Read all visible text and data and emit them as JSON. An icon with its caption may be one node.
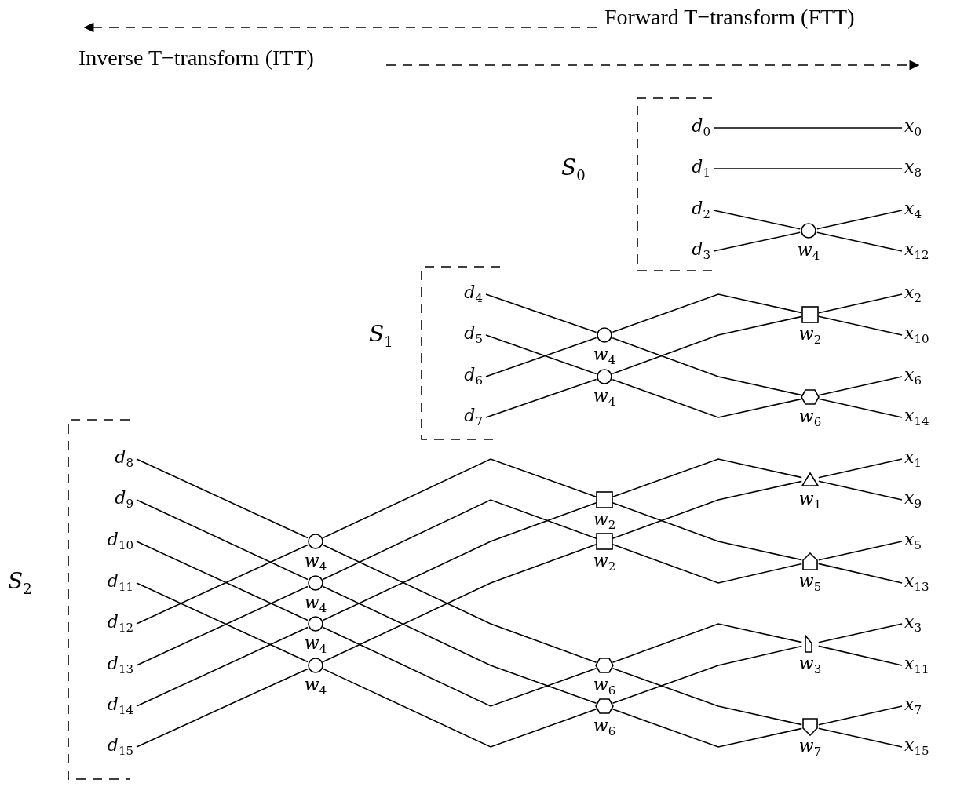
{
  "diagram": {
    "nodes": [
      {
        "text": [
          "d$_{0}$"
        ]
      },
      {
        "text": [
          "d$_{1}$"
        ]
      },
      {
        "text": [
          "d$_{2}$"
        ]
      },
      {
        "text": [
          "d$_{3}$"
        ]
      },
      {
        "text": [],
        "shape": "circle",
        "beside": [
          "w$_{4}$"
        ]
      },
      {
        "text": [
          "x$_{0}$"
        ]
      },
      {
        "text": [
          "x$_{8}$"
        ]
      },
      {
        "text": [
          "x$_{4}$"
        ]
      },
      {
        "text": [
          "x$_{12}$"
        ]
      },
      {
        "text": [
          "d$_{4}$"
        ]
      },
      {
        "text": [
          "d$_{5}$"
        ]
      },
      {
        "text": [
          "d$_{6}$"
        ]
      },
      {
        "text": [
          "d$_{7}$"
        ]
      },
      {
        "text": [],
        "shape": "circle",
        "beside": [
          "w$_{4}$"
        ]
      },
      {
        "text": [],
        "shape": "circle",
        "beside": [
          "w$_{4}$"
        ]
      },
      {
        "text": [],
        "shape": "box",
        "beside": [
          "w$_{2}$"
        ]
      },
      {
        "text": [],
        "shape": "hexagon",
        "beside": [
          "w$_{6}$"
        ]
      },
      {
        "text": [
          "x$_{2}$"
        ]
      },
      {
        "text": [
          "x$_{10}$"
        ]
      },
      {
        "text": [
          "x$_{6}$"
        ]
      },
      {
        "text": [
          "x$_{14}$"
        ]
      },
      {
        "text": [
          "d$_{8}$"
        ]
      },
      {
        "text": [
          "d$_{9}$"
        ]
      },
      {
        "text": [
          "d$_{10}$"
        ]
      },
      {
        "text": [
          "d$_{11}$"
        ]
      },
      {
        "text": [
          "d$_{12}$"
        ]
      },
      {
        "text": [
          "d$_{13}$"
        ]
      },
      {
        "text": [
          "d$_{14}$"
        ]
      },
      {
        "text": [
          "d$_{15}$"
        ]
      },
      {
        "text": [],
        "shape": "circle",
        "beside": [
          "w$_{4}$"
        ]
      },
      {
        "text": [],
        "shape": "circle",
        "beside": [
          "w$_{4}$"
        ]
      },
      {
        "text": [],
        "shape": "circle",
        "beside": [
          "w$_{4}$"
        ]
      },
      {
        "text": [],
        "shape": "circle",
        "beside": [
          "w$_{4}$"
        ]
      },
      {
        "text": [],
        "shape": "box",
        "beside": [
          "w$_{2}$"
        ]
      },
      {
        "text": [],
        "shape": "box",
        "beside": [
          "w$_{2}$"
        ]
      },
      {
        "text": [],
        "shape": "hexagon",
        "beside": [
          "w$_{6}$"
        ]
      },
      {
        "text": [],
        "shape": "hexagon",
        "beside": [
          "w$_{6}$"
        ]
      },
      {
        "text": [],
        "shape": "triangle",
        "beside": [
          "w$_{1}$"
        ]
      },
      {
        "text": [],
        "shape": "pentagon",
        "beside": [
          "w$_{5}$"
        ]
      },
      {
        "text": [],
        "shape": "flag",
        "beside": [
          "w$_{3}$"
        ]
      },
      {
        "text": [],
        "shape": "pentagon",
        "beside": [
          "w$_{7}$"
        ]
      },
      {
        "text": [
          "x$_{1}$"
        ]
      },
      {
        "text": [
          "x$_{9}$"
        ]
      },
      {
        "text": [
          "x$_{5}$"
        ]
      },
      {
        "text": [
          "x$_{13}$"
        ]
      },
      {
        "text": [
          "x$_{3}$"
        ]
      },
      {
        "text": [
          "x$_{11}$"
        ]
      },
      {
        "text": [
          "x$_{7}$"
        ]
      },
      {
        "text": [
          "x$_{15}$"
        ]
      }
    ],
    "edges": [
      {
        "from": 0,
        "to": 5,
        "arrow": "none"
      },
      {
        "from": 1,
        "to": 6,
        "arrow": "none"
      },
      {
        "from": 2,
        "to": 4,
        "arrow": "none"
      },
      {
        "from": 3,
        "to": 4,
        "arrow": "none"
      },
      {
        "from": 4,
        "to": 7,
        "arrow": "none"
      },
      {
        "from": 4,
        "to": 8,
        "arrow": "none"
      },
      {
        "from": 9,
        "to": 13,
        "arrow": "none"
      },
      {
        "from": 11,
        "to": 13,
        "arrow": "none"
      },
      {
        "from": 10,
        "to": 14,
        "arrow": "none"
      },
      {
        "from": 12,
        "to": 14,
        "arrow": "none"
      },
      {
        "from": 13,
        "to": 15,
        "arrow": "none"
      },
      {
        "from": 13,
        "to": 16,
        "arrow": "none"
      },
      {
        "from": 14,
        "to": 15,
        "arrow": "none"
      },
      {
        "from": 14,
        "to": 16,
        "arrow": "none"
      },
      {
        "from": 15,
        "to": 17,
        "arrow": "none"
      },
      {
        "from": 15,
        "to": 18,
        "arrow": "none"
      },
      {
        "from": 16,
        "to": 19,
        "arrow": "none"
      },
      {
        "from": 16,
        "to": 20,
        "arrow": "none"
      },
      {
        "from": 21,
        "to": 29,
        "arrow": "none"
      },
      {
        "from": 25,
        "to": 29,
        "arrow": "none"
      },
      {
        "from": 22,
        "to": 30,
        "arrow": "none"
      },
      {
        "from": 26,
        "to": 30,
        "arrow": "none"
      },
      {
        "from": 23,
        "to": 31,
        "arrow": "none"
      },
      {
        "from": 27,
        "to": 31,
        "arrow": "none"
      },
      {
        "from": 24,
        "to": 32,
        "arrow": "none"
      },
      {
        "from": 28,
        "to": 32,
        "arrow": "none"
      },
      {
        "from": 29,
        "to": 33,
        "arrow": "none"
      },
      {
        "from": 29,
        "to": 35,
        "arrow": "none"
      },
      {
        "from": 30,
        "to": 34,
        "arrow": "none"
      },
      {
        "from": 30,
        "to": 36,
        "arrow": "none"
      },
      {
        "from": 31,
        "to": 33,
        "arrow": "none"
      },
      {
        "from": 31,
        "to": 35,
        "arrow": "none"
      },
      {
        "from": 32,
        "to": 34,
        "arrow": "none"
      },
      {
        "from": 32,
        "to": 36,
        "arrow": "none"
      },
      {
        "from": 33,
        "to": 37,
        "arrow": "none"
      },
      {
        "from": 33,
        "to": 38,
        "arrow": "none"
      },
      {
        "from": 34,
        "to": 37,
        "arrow": "none"
      },
      {
        "from": 34,
        "to": 38,
        "arrow": "none"
      },
      {
        "from": 35,
        "to": 39,
        "arrow": "none"
      },
      {
        "from": 35,
        "to": 40,
        "arrow": "none"
      },
      {
        "from": 36,
        "to": 39,
        "arrow": "none"
      },
      {
        "from": 36,
        "to": 40,
        "arrow": "none"
      },
      {
        "from": 37,
        "to": 41,
        "arrow": "none"
      },
      {
        "from": 37,
        "to": 42,
        "arrow": "none"
      },
      {
        "from": 38,
        "to": 43,
        "arrow": "none"
      },
      {
        "from": 38,
        "to": 44,
        "arrow": "none"
      },
      {
        "from": 39,
        "to": 45,
        "arrow": "none"
      },
      {
        "from": 39,
        "to": 46,
        "arrow": "none"
      },
      {
        "from": 40,
        "to": 47,
        "arrow": "none"
      },
      {
        "from": 40,
        "to": 48,
        "arrow": "none"
      }
    ],
    "labels": [
      "Forward T−transform (FTT)",
      "Inverse T−transform (ITT)",
      "S$_{0}$",
      "S$_{1}$",
      "S$_{2}$"
    ]
  }
}
